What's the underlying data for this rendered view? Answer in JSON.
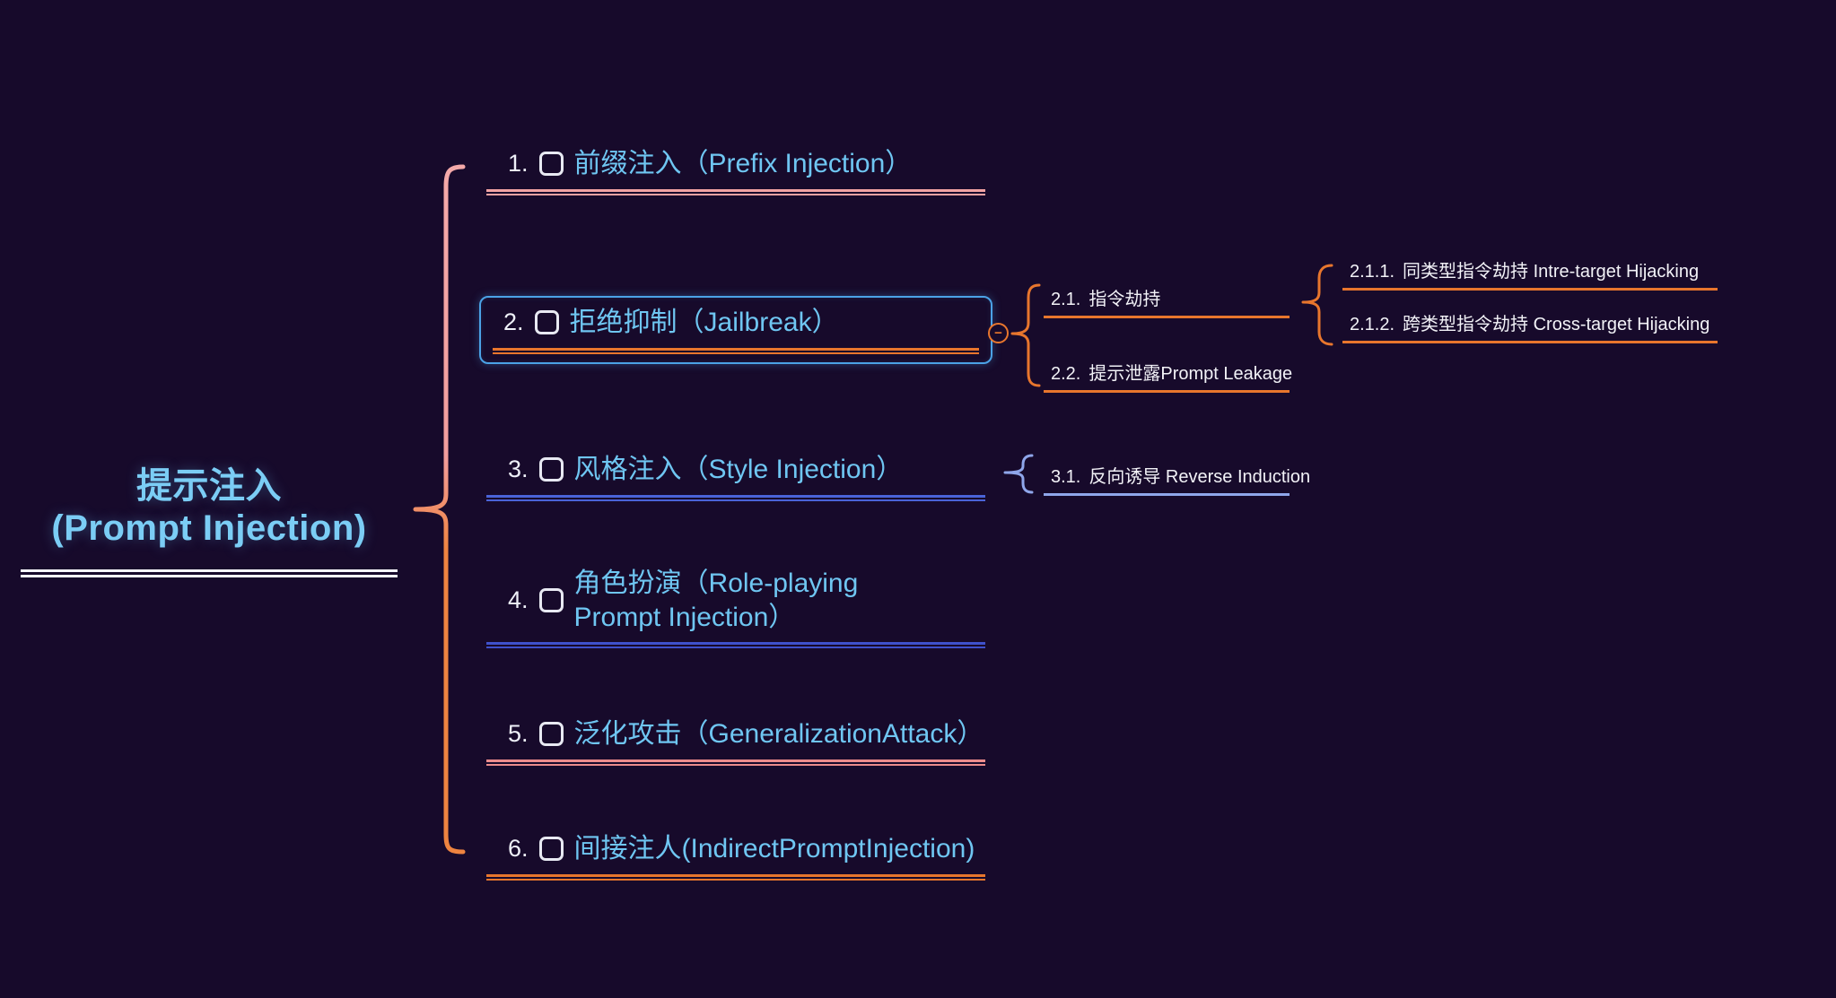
{
  "root": {
    "title_line1": "提示注入",
    "title_line2": "(Prompt Injection)"
  },
  "topics": [
    {
      "num": "1.",
      "checked": false,
      "label": "前缀注入（Prefix Injection）",
      "underline_color": "#f2a3a3"
    },
    {
      "num": "2.",
      "checked": false,
      "label": "拒绝抑制（Jailbreak）",
      "underline_color": "#e8762d",
      "selected": true,
      "collapse_indicator": "−",
      "children": [
        {
          "num": "2.1.",
          "label": "指令劫持",
          "underline_color": "#e8762d",
          "children": [
            {
              "num": "2.1.1.",
              "label": "同类型指令劫持 Intre-target Hijacking",
              "underline_color": "#e8762d"
            },
            {
              "num": "2.1.2.",
              "label": "跨类型指令劫持 Cross-target Hijacking",
              "underline_color": "#e8762d"
            }
          ]
        },
        {
          "num": "2.2.",
          "label": "提示泄露Prompt Leakage",
          "underline_color": "#e8762d"
        }
      ]
    },
    {
      "num": "3.",
      "checked": false,
      "label": "风格注入（Style Injection）",
      "underline_color": "#4a63d8",
      "children": [
        {
          "num": "3.1.",
          "label": "反向诱导 Reverse Induction",
          "underline_color": "#8fa6ea"
        }
      ]
    },
    {
      "num": "4.",
      "checked": false,
      "label": "角色扮演（Role-playing Prompt Injection）",
      "underline_color": "#3f51cc"
    },
    {
      "num": "5.",
      "checked": false,
      "label": "泛化攻击（GeneralizationAttack）",
      "underline_color": "#ec8c8c"
    },
    {
      "num": "6.",
      "checked": false,
      "label": "间接注人(IndirectPromptInjection)",
      "underline_color": "#e8762d"
    }
  ],
  "colors": {
    "background": "#170a2b",
    "root_text": "#7bcdf5",
    "topic_text": "#6fc6f2",
    "secondary_text": "#f2f2f7",
    "selection_border": "#4ba2e6",
    "root_underline": "#f5f5fa",
    "brace_pink": "#f4a9a9",
    "brace_orange": "#ee8440",
    "brace_periwinkle": "#8fa6ea"
  }
}
